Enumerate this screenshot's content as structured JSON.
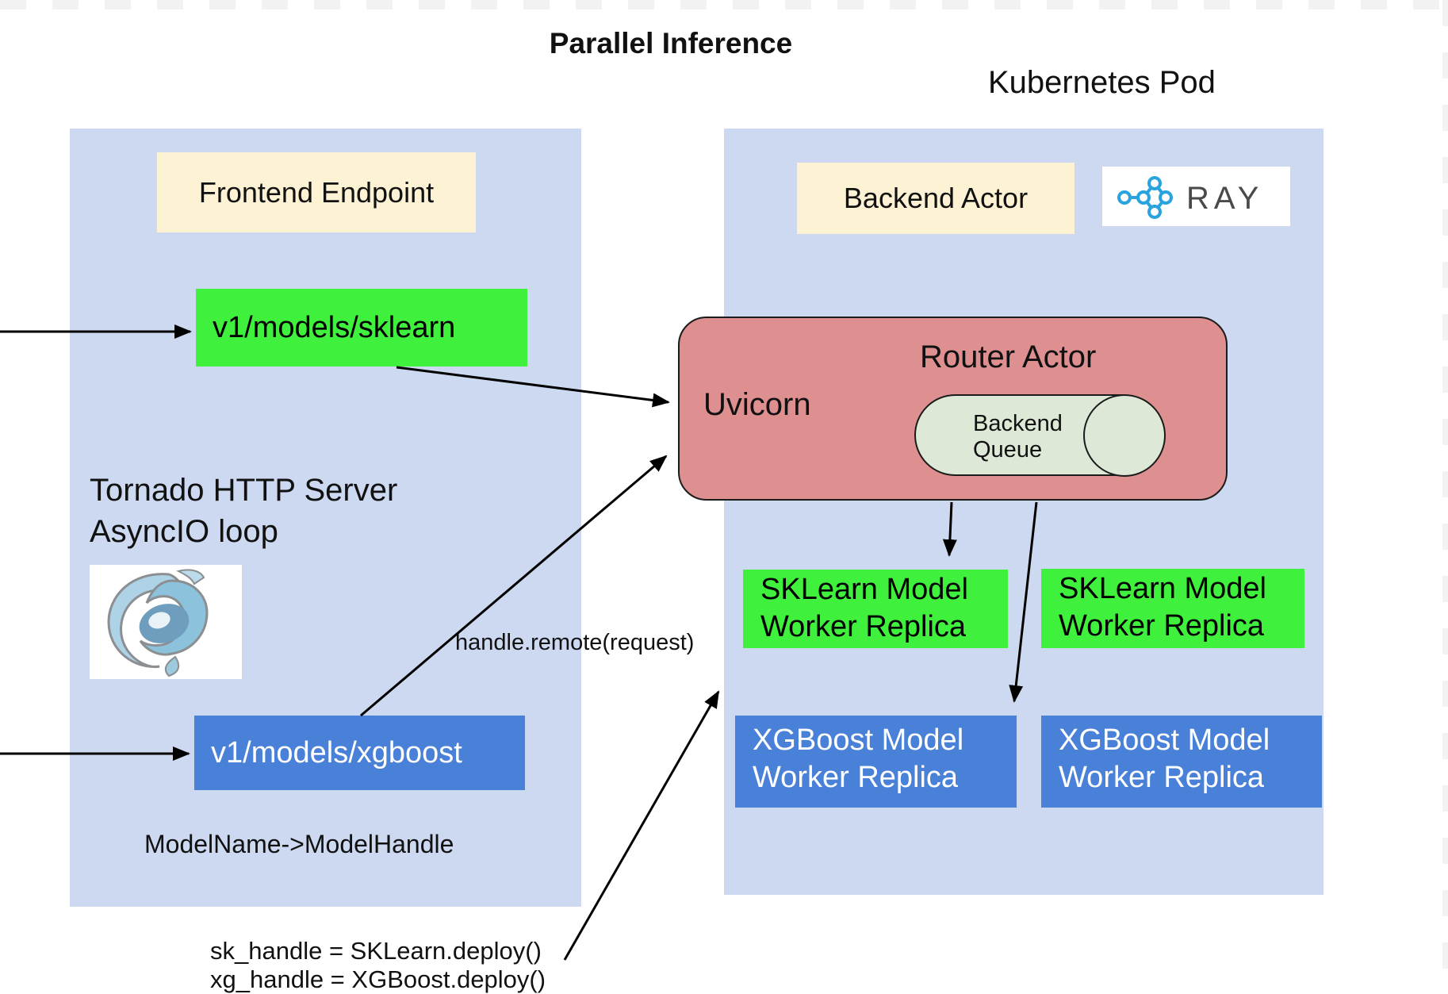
{
  "page": {
    "title": "Parallel Inference",
    "kubernetes_pod_label": "Kubernetes Pod"
  },
  "colors": {
    "panel_blue": "#ccd9f1",
    "cream": "#fdf3d4",
    "bright_green": "#3ff03c",
    "worker_blue": "#4a81d8",
    "router_red": "#de9090",
    "queue_green": "#dde9d6",
    "ray_blue": "#29a3dd",
    "checker_gray": "#f2f2f2"
  },
  "left_panel": {
    "frontend_endpoint_label": "Frontend Endpoint",
    "sklearn_route": "v1/models/sklearn",
    "xgboost_route": "v1/models/xgboost",
    "tornado_caption_line1": "Tornado HTTP Server",
    "tornado_caption_line2": "AsyncIO loop",
    "tornado_logo": "tornado-swirl-logo",
    "model_map_note": "ModelName->ModelHandle"
  },
  "right_panel": {
    "backend_actor_label": "Backend Actor",
    "ray_logo_text": "RAY",
    "router": {
      "title": "Router Actor",
      "server_label": "Uvicorn",
      "queue_line1": "Backend",
      "queue_line2": "Queue"
    },
    "workers": [
      {
        "line1": "SKLearn Model",
        "line2": "Worker Replica"
      },
      {
        "line1": "SKLearn Model",
        "line2": "Worker Replica"
      },
      {
        "line1": "XGBoost Model",
        "line2": "Worker Replica"
      },
      {
        "line1": "XGBoost Model",
        "line2": "Worker Replica"
      }
    ]
  },
  "annotations": {
    "handle_remote_label": "handle.remote(request)",
    "deploy_code_line1": "sk_handle = SKLearn.deploy()",
    "deploy_code_line2": "xg_handle = XGBoost.deploy()"
  }
}
